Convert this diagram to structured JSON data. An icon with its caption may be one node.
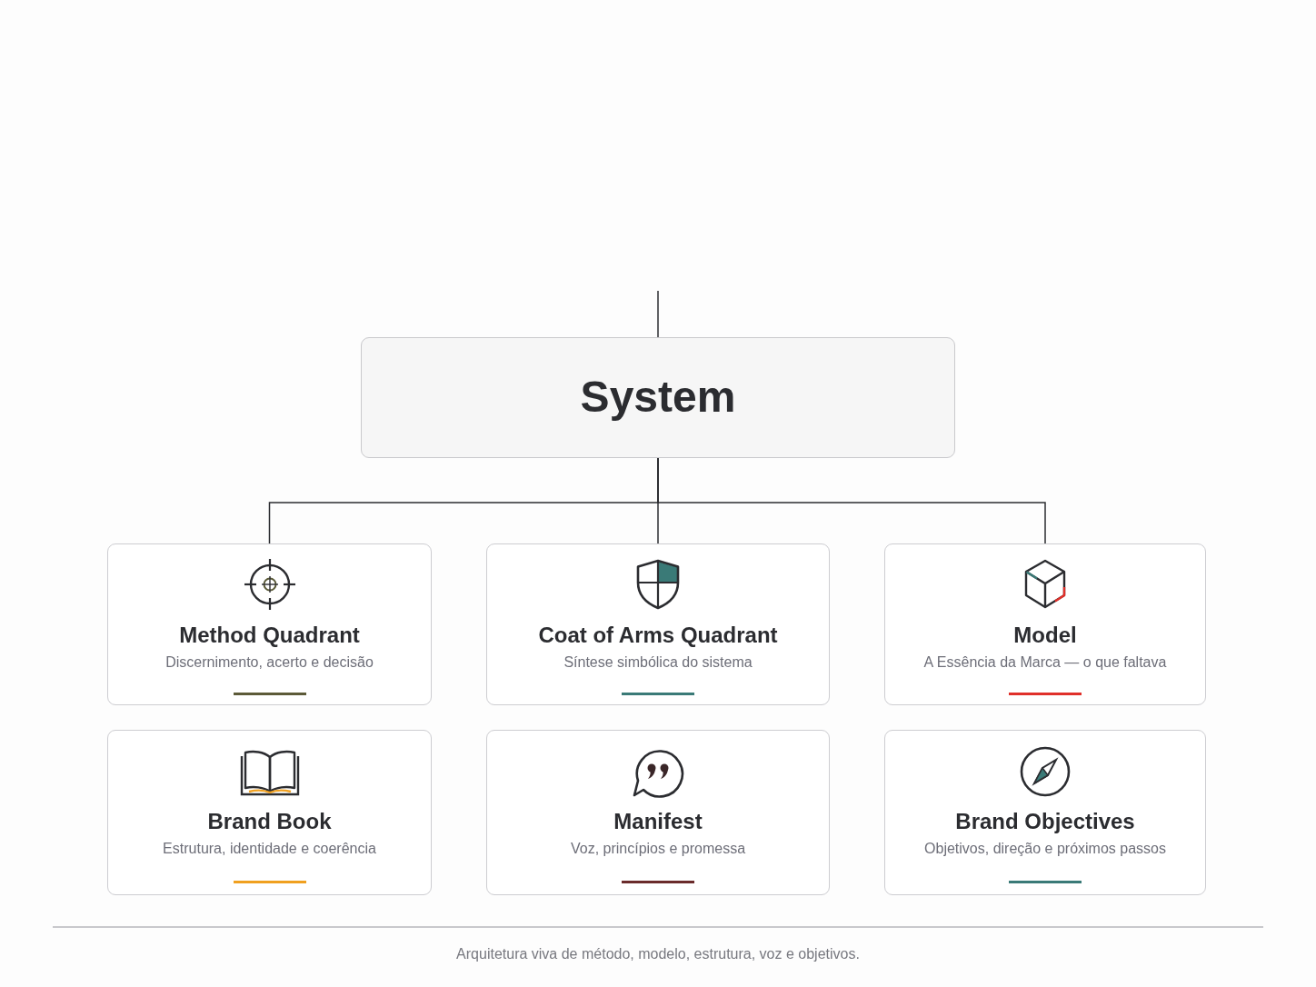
{
  "diagram": {
    "caption": "Arquitetura viva de método, modelo, estrutura, voz e objetivos.",
    "nodes": [
      {
        "text": [
          "System"
        ]
      },
      {
        "text": [
          "Method Quadrant",
          "Discernimento, acerto e decisão"
        ]
      },
      {
        "text": [
          "Coat of Arms Quadrant",
          "Síntese simbólica do sistema"
        ]
      },
      {
        "text": [
          "Model",
          "A Essência da Marca — o que faltava"
        ]
      },
      {
        "text": [
          "Brand Book",
          "Estrutura, identidade e coerência"
        ]
      },
      {
        "text": [
          "Manifest",
          "Voz, princípios e promessa"
        ]
      },
      {
        "text": [
          "Brand Objectives",
          "Objetivos, direção e próximos passos"
        ]
      }
    ],
    "edges": [
      {
        "from": null,
        "to": 0,
        "arrow": "none"
      },
      {
        "from": 0,
        "to": 1,
        "arrow": "none"
      },
      {
        "from": 0,
        "to": 2,
        "arrow": "none"
      },
      {
        "from": 0,
        "to": 3,
        "arrow": "none"
      }
    ]
  }
}
